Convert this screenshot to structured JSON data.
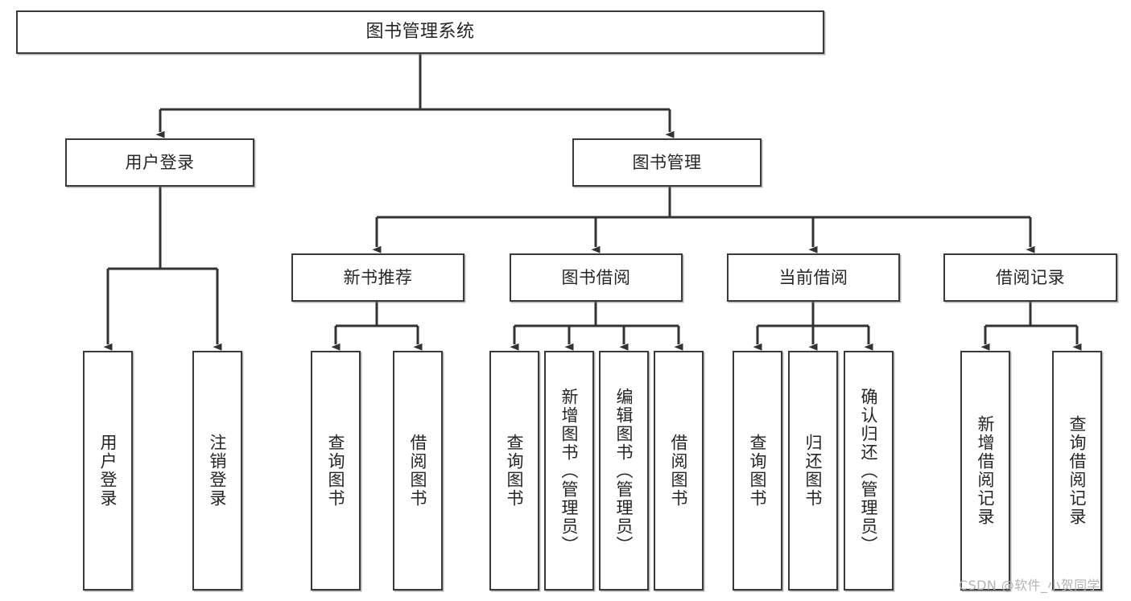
{
  "diagram": {
    "type": "tree-hierarchy",
    "title": "图书管理系统",
    "orientation": "top-down",
    "edge_color": "#3a3a3a",
    "node_border_color": "#3a3a3a",
    "node_fill_color": "#ffffff",
    "text_color": "#262626",
    "levels": 4,
    "root": {
      "label": "图书管理系统",
      "children": [
        {
          "label": "用户登录",
          "children": [
            {
              "label": "用户登录"
            },
            {
              "label": "注销登录"
            }
          ]
        },
        {
          "label": "图书管理",
          "children": [
            {
              "label": "新书推荐",
              "children": [
                {
                  "label": "查询图书"
                },
                {
                  "label": "借阅图书"
                }
              ]
            },
            {
              "label": "图书借阅",
              "children": [
                {
                  "label": "查询图书"
                },
                {
                  "label": "新增图书（管理员）"
                },
                {
                  "label": "编辑图书（管理员）"
                },
                {
                  "label": "借阅图书"
                }
              ]
            },
            {
              "label": "当前借阅",
              "children": [
                {
                  "label": "查询图书"
                },
                {
                  "label": "归还图书"
                },
                {
                  "label": "确认归还（管理员）"
                }
              ]
            },
            {
              "label": "借阅记录",
              "children": [
                {
                  "label": "新增借阅记录"
                },
                {
                  "label": "查询借阅记录"
                }
              ]
            }
          ]
        }
      ]
    }
  },
  "nodes": {
    "root": "图书管理系统",
    "l2": {
      "user_login": "用户登录",
      "book_manage": "图书管理"
    },
    "l3": {
      "new_book_rec": "新书推荐",
      "book_borrow": "图书借阅",
      "current_borrow": "当前借阅",
      "borrow_record": "借阅记录"
    },
    "leaves": {
      "user_login": "用户登录",
      "logout": "注销登录",
      "query_book_a": "查询图书",
      "borrow_book_a": "借阅图书",
      "query_book_b": "查询图书",
      "add_book_admin": "新增图书（管理员）",
      "edit_book_admin": "编辑图书（管理员）",
      "borrow_book_b": "借阅图书",
      "query_book_c": "查询图书",
      "return_book": "归还图书",
      "confirm_return_admin": "确认归还（管理员）",
      "add_borrow_record": "新增借阅记录",
      "query_borrow_record": "查询借阅记录"
    }
  },
  "watermark": {
    "text": "CSDN @软件_小贺同学",
    "color": "#b4b4b4"
  }
}
